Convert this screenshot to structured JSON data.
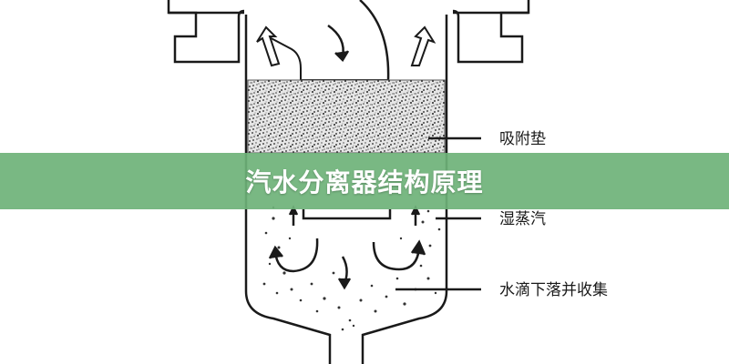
{
  "title": "汽水分离器结构原理",
  "labels": {
    "adsorption_pad": "吸附垫",
    "wet_steam": "湿蒸汽",
    "water_drops": "水滴下落并收集"
  },
  "colors": {
    "banner": "#6eb278",
    "line": "#1a1a1a"
  },
  "icons": [
    "flow-arrow-icon"
  ]
}
